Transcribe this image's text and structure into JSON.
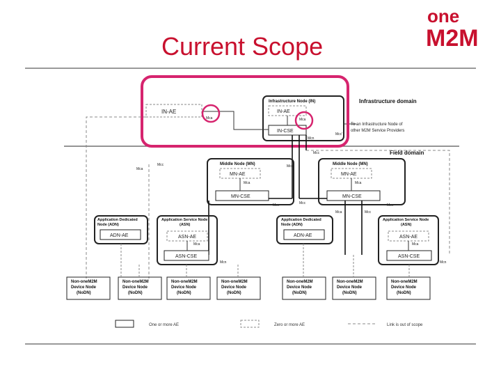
{
  "slide": {
    "title": "Current Scope",
    "logo": {
      "line1": "one",
      "line2": "M2M",
      "colors": {
        "text": "#c8102e",
        "mark": "#c8102e"
      }
    }
  },
  "colors": {
    "highlight": "#d6246e",
    "line": "#333333",
    "box": "#222222",
    "dashed": "#888888"
  },
  "diagram": {
    "infra_domain_label": "Infrastructure domain",
    "field_domain_label": "Field domain",
    "in_node": {
      "label": "Infrastructure Node (IN)",
      "ae": "IN-AE",
      "cse": "IN-CSE"
    },
    "in_ae_left": "IN-AE",
    "other_provider_note": [
      "To an Infrastructure Node of",
      "other M2M Service Providers"
    ],
    "mn_left": {
      "label": "Middle Node (MN)",
      "ae": "MN-AE",
      "cse": "MN-CSE"
    },
    "mn_right": {
      "label": "Middle Node (MN)",
      "ae": "MN-AE",
      "cse": "MN-CSE"
    },
    "adn_left": {
      "label": [
        "Application Dedicated",
        "Node (ADN)"
      ],
      "ae": "ADN-AE"
    },
    "asn_left": {
      "label": [
        "Application Service Node",
        "(ASN)"
      ],
      "ae": "ASN-AE",
      "cse": "ASN-CSE"
    },
    "adn_right": {
      "label": [
        "Application Dedicated",
        "Node (ADN)"
      ],
      "ae": "ADN-AE"
    },
    "asn_right": {
      "label": [
        "Application Service Node",
        "(ASN)"
      ],
      "ae": "ASN-AE",
      "cse": "ASN-CSE"
    },
    "nodn_nodes": [
      [
        "Non-oneM2M",
        "Device Node",
        "(NoDN)"
      ],
      [
        "Non-oneM2M",
        "Device Node",
        "(NoDN)"
      ],
      [
        "Non-oneM2M",
        "Device Node",
        "(NoDN)"
      ],
      [
        "Non-oneM2M",
        "Device Node",
        "(NoDN)"
      ],
      [
        "Non-oneM2M",
        "Device Node",
        "(NoDN)"
      ],
      [
        "Non-oneM2M",
        "Device Node",
        "(NoDN)"
      ],
      [
        "Non-oneM2M",
        "Device Node",
        "(NoDN)"
      ]
    ],
    "ref_points": {
      "mca": "Mca",
      "mcc": "Mcc",
      "mcn": "Mcn",
      "mcc_prime": "Mcc'"
    },
    "legend": {
      "one_or_more": "One or more AE",
      "zero_or_more": "Zero or more AE",
      "out_of_scope": "Link is out of scope"
    }
  }
}
